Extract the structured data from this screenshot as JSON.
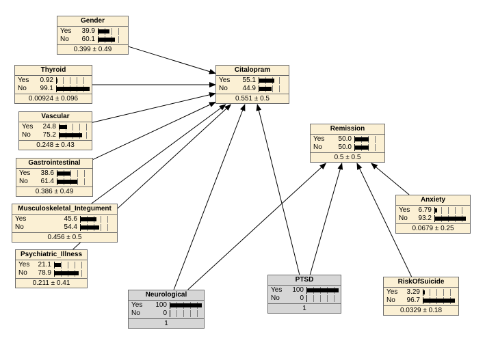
{
  "nodes": {
    "gender": {
      "title": "Gender",
      "states": [
        {
          "label": "Yes",
          "value": "39.9"
        },
        {
          "label": "No",
          "value": "60.1"
        }
      ],
      "summary": "0.399 ± 0.49"
    },
    "thyroid": {
      "title": "Thyroid",
      "states": [
        {
          "label": "Yes",
          "value": "0.92"
        },
        {
          "label": "No",
          "value": "99.1"
        }
      ],
      "summary": "0.00924 ± 0.096"
    },
    "vascular": {
      "title": "Vascular",
      "states": [
        {
          "label": "Yes",
          "value": "24.8"
        },
        {
          "label": "No",
          "value": "75.2"
        }
      ],
      "summary": "0.248 ± 0.43"
    },
    "gastrointestinal": {
      "title": "Gastrointestinal",
      "states": [
        {
          "label": "Yes",
          "value": "38.6"
        },
        {
          "label": "No",
          "value": "61.4"
        }
      ],
      "summary": "0.386 ± 0.49"
    },
    "musculoskeletal": {
      "title": "Musculoskeletal_Integument",
      "states": [
        {
          "label": "Yes",
          "value": "45.6"
        },
        {
          "label": "No",
          "value": "54.4"
        }
      ],
      "summary": "0.456 ± 0.5"
    },
    "psychiatric": {
      "title": "Psychiatric_Illness",
      "states": [
        {
          "label": "Yes",
          "value": "21.1"
        },
        {
          "label": "No",
          "value": "78.9"
        }
      ],
      "summary": "0.211 ± 0.41"
    },
    "citalopram": {
      "title": "Citalopram",
      "states": [
        {
          "label": "Yes",
          "value": "55.1"
        },
        {
          "label": "No",
          "value": "44.9"
        }
      ],
      "summary": "0.551 ± 0.5"
    },
    "remission": {
      "title": "Remission",
      "states": [
        {
          "label": "Yes",
          "value": "50.0"
        },
        {
          "label": "No",
          "value": "50.0"
        }
      ],
      "summary": "0.5 ± 0.5"
    },
    "anxiety": {
      "title": "Anxiety",
      "states": [
        {
          "label": "Yes",
          "value": "6.79"
        },
        {
          "label": "No",
          "value": "93.2"
        }
      ],
      "summary": "0.0679 ± 0.25"
    },
    "neurological": {
      "title": "Neurological",
      "states": [
        {
          "label": "Yes",
          "value": "100"
        },
        {
          "label": "No",
          "value": "0"
        }
      ],
      "summary": "1"
    },
    "ptsd": {
      "title": "PTSD",
      "states": [
        {
          "label": "Yes",
          "value": "100"
        },
        {
          "label": "No",
          "value": "0"
        }
      ],
      "summary": "1"
    },
    "risk": {
      "title": "RiskOfSuicide",
      "states": [
        {
          "label": "Yes",
          "value": "3.29"
        },
        {
          "label": "No",
          "value": "96.7"
        }
      ],
      "summary": "0.0329 ± 0.18"
    }
  },
  "edges": [
    {
      "from": "gender",
      "to": "citalopram"
    },
    {
      "from": "thyroid",
      "to": "citalopram"
    },
    {
      "from": "vascular",
      "to": "citalopram"
    },
    {
      "from": "gastrointestinal",
      "to": "citalopram"
    },
    {
      "from": "musculoskeletal",
      "to": "citalopram"
    },
    {
      "from": "psychiatric",
      "to": "citalopram"
    },
    {
      "from": "neurological",
      "to": "citalopram"
    },
    {
      "from": "ptsd",
      "to": "citalopram"
    },
    {
      "from": "neurological",
      "to": "remission"
    },
    {
      "from": "ptsd",
      "to": "remission"
    },
    {
      "from": "risk",
      "to": "remission"
    },
    {
      "from": "anxiety",
      "to": "remission"
    }
  ]
}
